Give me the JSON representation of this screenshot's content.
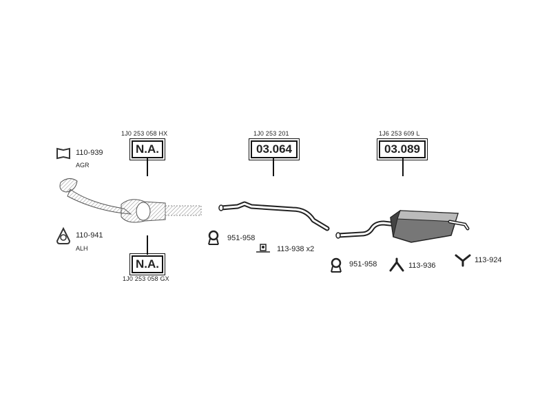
{
  "parts": [
    {
      "id": "cat-upper",
      "ref": "1J0 253 058 HX",
      "code": "N.A."
    },
    {
      "id": "cat-lower",
      "ref": "1J0 253 058 GX",
      "code": "N.A."
    },
    {
      "id": "middle-pipe",
      "ref": "1J0 253 201",
      "code": "03.064"
    },
    {
      "id": "rear-silencer",
      "ref": "1J6 253 609 L",
      "code": "03.089"
    }
  ],
  "accessories": [
    {
      "id": "gasket-agr",
      "code": "110-939",
      "note": "AGR",
      "icon": "gasket-icon"
    },
    {
      "id": "gasket-alh",
      "code": "110-941",
      "note": "ALH",
      "icon": "gasket-icon"
    },
    {
      "id": "clamp-1",
      "code": "951-958",
      "icon": "clamp-icon"
    },
    {
      "id": "mount-1",
      "code": "113-938 x2",
      "icon": "mounting-bracket-icon"
    },
    {
      "id": "clamp-2",
      "code": "951-958",
      "icon": "clamp-icon"
    },
    {
      "id": "hanger-1",
      "code": "113-936",
      "icon": "rubber-hanger-icon"
    },
    {
      "id": "hanger-2",
      "code": "113-924",
      "icon": "rubber-hanger-icon"
    }
  ]
}
